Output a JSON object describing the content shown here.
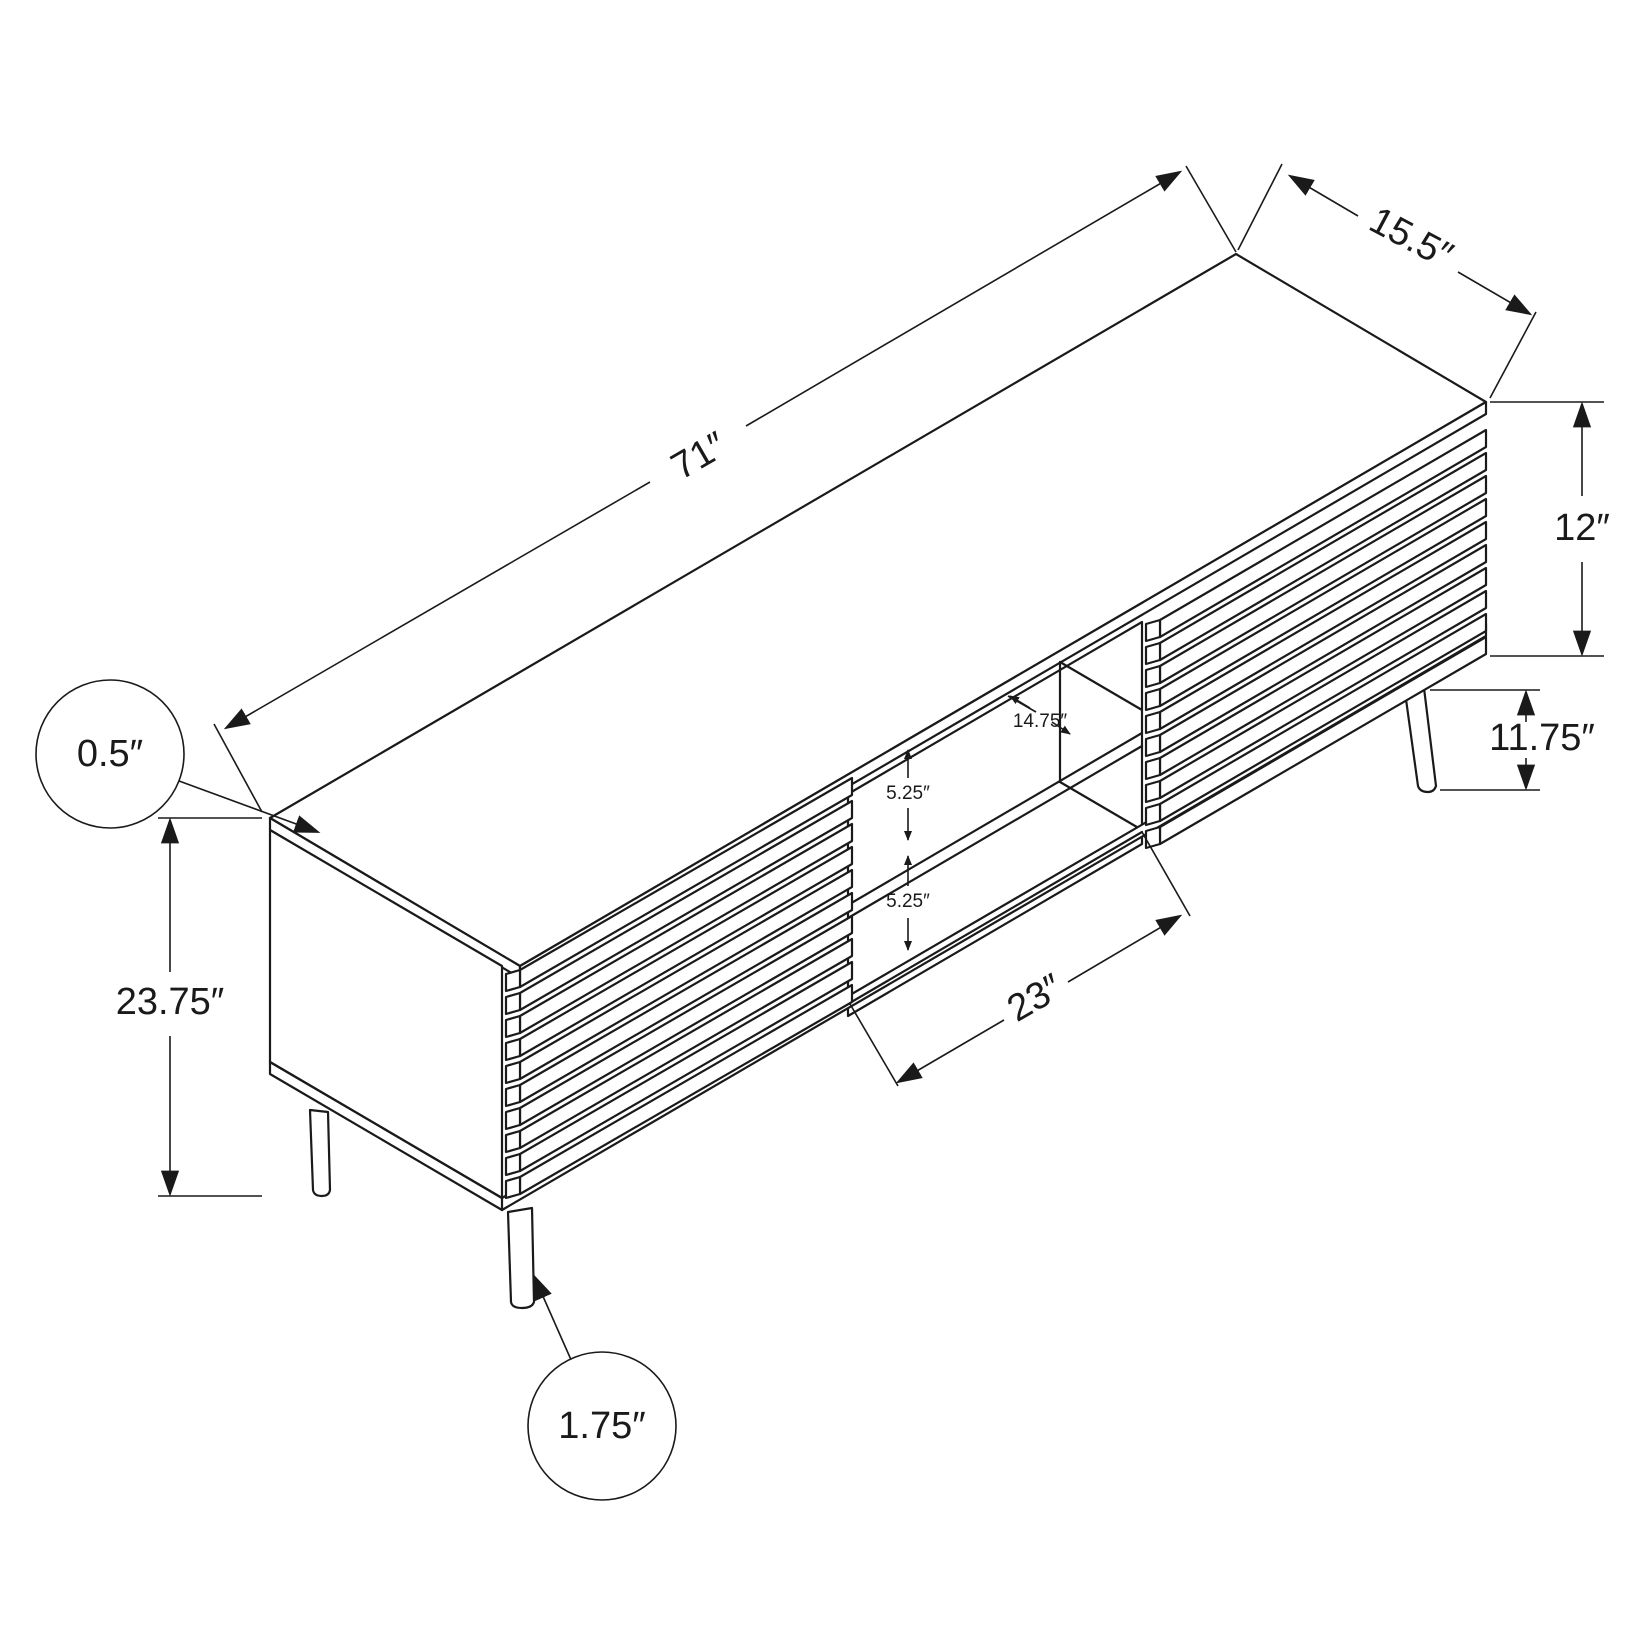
{
  "diagram": {
    "dimensions": {
      "length": "71″",
      "depth": "15.5″",
      "body_height": "12″",
      "leg_height": "11.75″",
      "total_height": "23.75″",
      "shelf_depth": "14.75″",
      "upper_opening": "5.25″",
      "lower_opening": "5.25″",
      "opening_width": "23″"
    },
    "callouts": {
      "top_thickness": "0.5″",
      "leg_diameter": "1.75″"
    }
  }
}
